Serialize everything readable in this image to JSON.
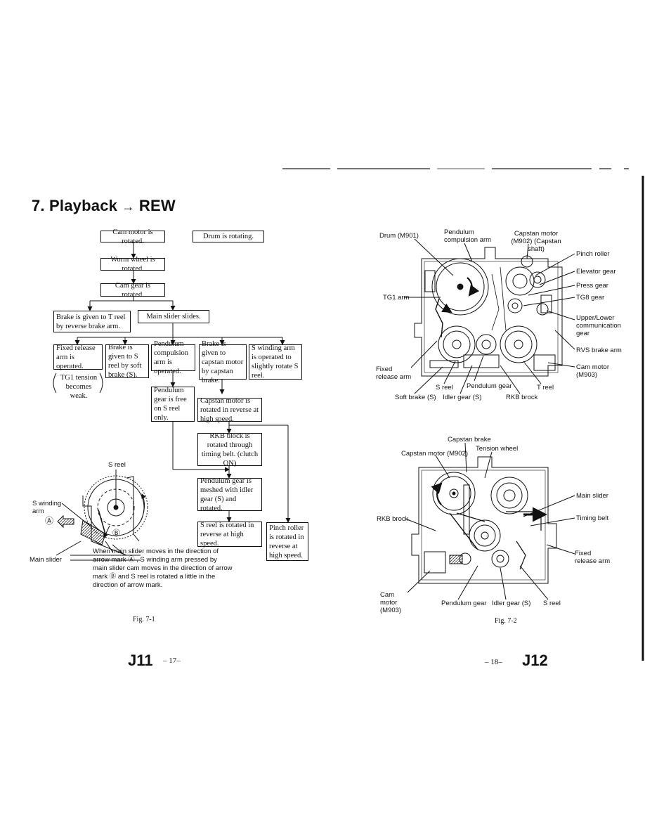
{
  "title": "7. Playback",
  "title_arrow": "→",
  "title_mode": "REW",
  "flow": {
    "cam_motor": "Cam motor is rotated.",
    "drum": "Drum is rotating.",
    "worm_wheel": "Worm wheel is rotated.",
    "cam_gear": "Cam gear is rotated.",
    "brake_t": "Brake is given to T reel by reverse brake arm.",
    "main_slider": "Main slider slides.",
    "fixed_release": "Fixed release arm is operated.",
    "brake_s": "Brake is given to S reel by soft brake (S).",
    "pendulum_arm": "Pendulum compulsion arm is operated.",
    "capstan_brake": "Brake is given to capstan motor by capstan brake.",
    "s_winding": "S winding arm is operated to slightly rotate S reel.",
    "tg1": "TG1 tension becomes weak.",
    "pendulum_free": "Pendulum gear is free on S reel only.",
    "capstan_reverse": "Capstan motor is rotated in reverse at high speed.",
    "rkb": "RKB block is rotated through timing belt. (clutch ON)",
    "pendulum_mesh": "Pendulum gear is meshed with idler gear (S) and rotated.",
    "s_reel_rev": "S reel is rotated in reverse at high speed.",
    "pinch": "Pinch roller is rotated in reverse at high speed."
  },
  "detail": {
    "s_reel": "S reel",
    "s_winding_arm": "S winding arm",
    "main_slider": "Main slider",
    "mark_a": "Ⓐ",
    "mark_b": "Ⓑ",
    "note": "When main slider moves in the direction of arrow mark Ⓐ , S winding arm pressed by main slider cam moves in the direction of arrow mark Ⓑ and S reel is rotated a little in the direction of arrow mark."
  },
  "fig1": "Fig. 7-1",
  "fig2": "Fig. 7-2",
  "page_left": {
    "code": "J11",
    "num": "– 17–"
  },
  "page_right": {
    "code": "J12",
    "num": "– 18–"
  },
  "top_labels": {
    "drum": "Drum (M901)",
    "pendulum_arm": "Pendulum compulsion arm",
    "capstan_motor": "Capstan motor (M902) (Capstan shaft)",
    "pinch_roller": "Pinch roller",
    "elevator_gear": "Elevator gear",
    "press_gear": "Press gear",
    "tg8_gear": "TG8 gear",
    "upper_lower": "Upper/Lower communication gear",
    "rvs_brake": "RVS brake arm",
    "cam_motor": "Cam motor (M903)",
    "tg1_arm": "TG1 arm",
    "fixed_release": "Fixed release arm",
    "s_reel": "S reel",
    "pendulum_gear": "Pendulum gear",
    "t_reel": "T reel",
    "soft_brake": "Soft brake (S)",
    "idler_gear": "Idler gear (S)",
    "rkb_brock": "RKB brock"
  },
  "bottom_labels": {
    "capstan_brake": "Capstan brake",
    "tension_wheel": "Tension wheel",
    "capstan_motor": "Capstan motor (M902)",
    "main_slider": "Main slider",
    "timing_belt": "Timing belt",
    "rkb_brock": "RKB brock",
    "fixed_release": "Fixed release arm",
    "cam_motor": "Cam motor (M903)",
    "pendulum_gear": "Pendulum gear",
    "idler_gear": "Idler gear (S)",
    "s_reel": "S reel"
  }
}
